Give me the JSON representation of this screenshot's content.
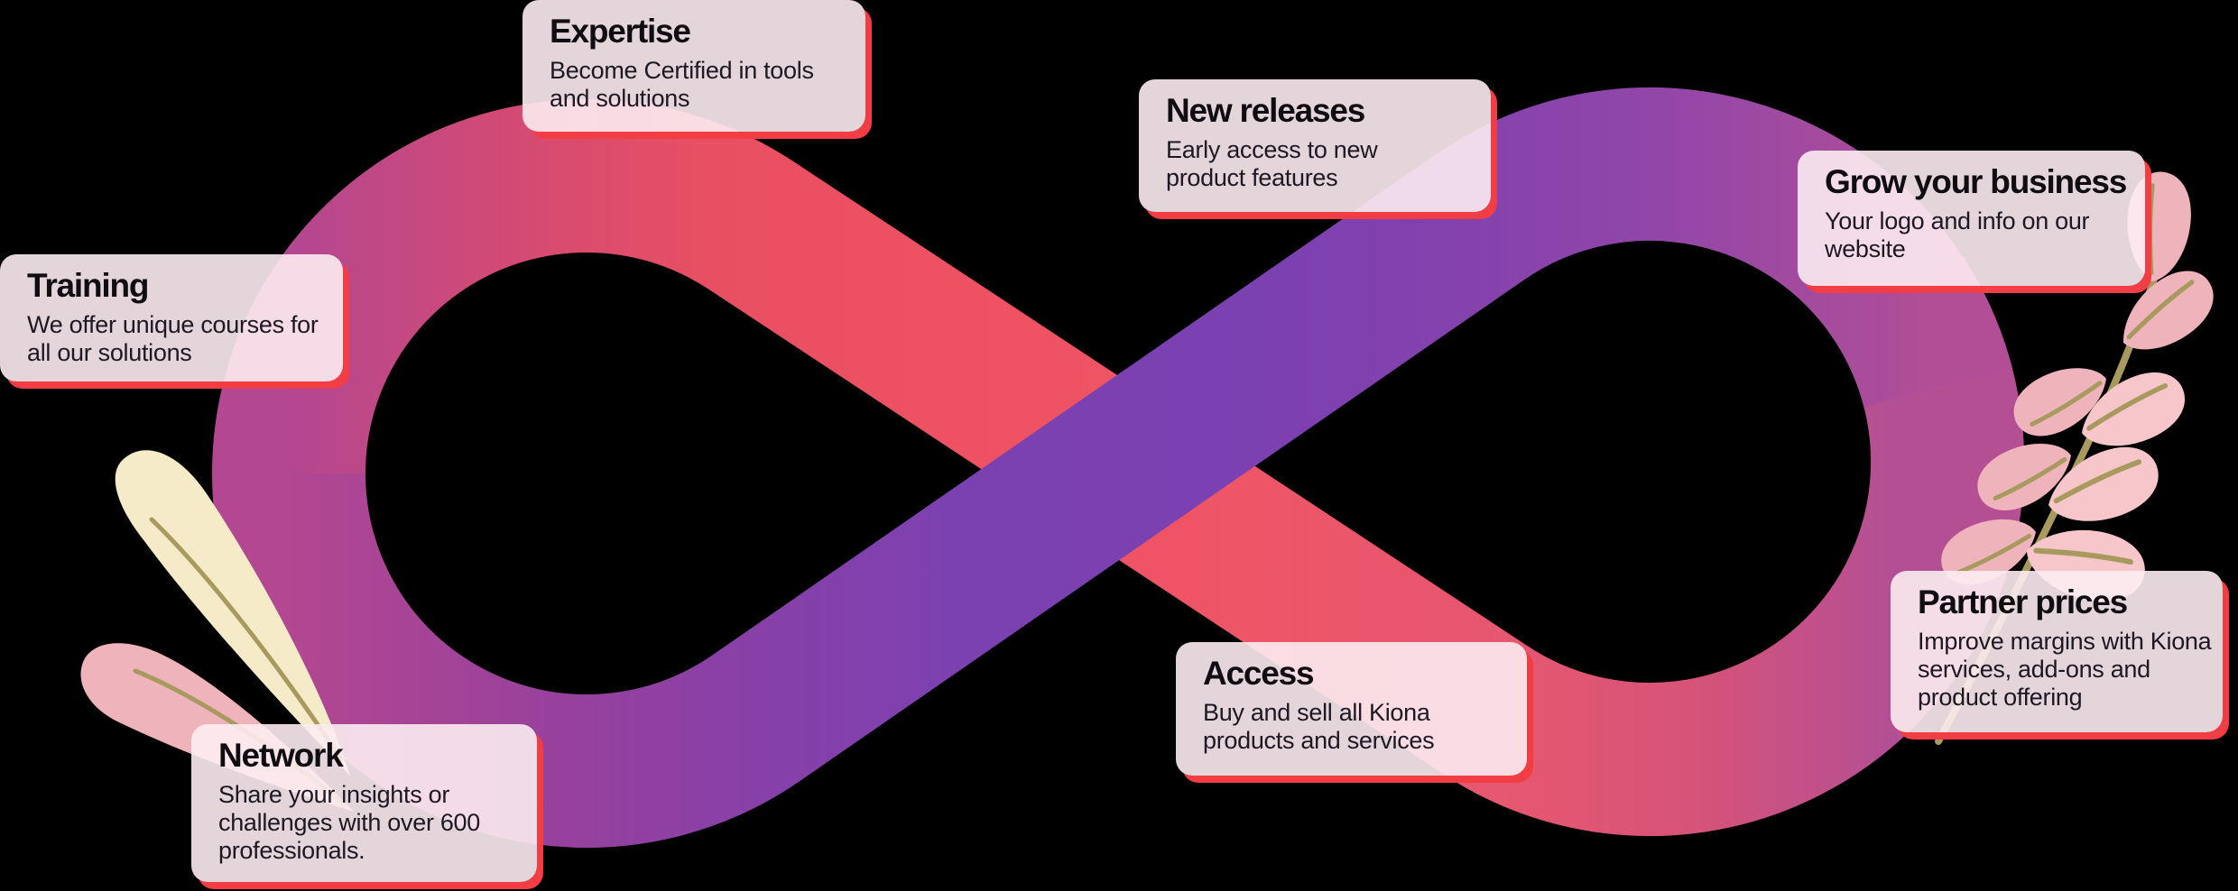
{
  "colors": {
    "background": "#000000",
    "card_bg_rgba": "rgba(252,236,241,0.9)",
    "card_bg": "#fcecf1",
    "card_edge": "#f23d45",
    "title_text": "#0f0c12",
    "body_text": "#1d1823",
    "leaf_cream": "#f5ebc8",
    "leaf_pink": "#efb3bc",
    "leaf_pink_light": "#f6c6ca",
    "stem_olive": "#a89a5e"
  },
  "ribbon": {
    "description": "infinity-loop gradient ribbon",
    "red_stops": [
      "#b34791",
      "#cf4a77",
      "#e84f62",
      "#ee5262",
      "#ee5567",
      "#e65770",
      "#d65379",
      "#b44f94"
    ],
    "purple_stops": [
      "#b34791",
      "#98419c",
      "#8940a7",
      "#7c41b0",
      "#7b40b1",
      "#8542ad",
      "#9347a8",
      "#b24e96"
    ]
  },
  "cards": [
    {
      "id": "training",
      "title": "Training",
      "lines": [
        "We offer unique courses for",
        "all our solutions"
      ]
    },
    {
      "id": "expertise",
      "title": "Expertise",
      "lines": [
        "Become Certified in tools",
        "and solutions"
      ]
    },
    {
      "id": "network",
      "title": "Network",
      "lines": [
        "Share your insights or",
        "challenges with over 600",
        "professionals."
      ]
    },
    {
      "id": "new-releases",
      "title": "New releases",
      "lines": [
        "Early access to new",
        "product features"
      ]
    },
    {
      "id": "access",
      "title": "Access",
      "lines": [
        "Buy and sell all Kiona",
        "products and services"
      ]
    },
    {
      "id": "grow",
      "title": "Grow your business",
      "lines": [
        "Your logo and info on our",
        "website"
      ]
    },
    {
      "id": "partner-prices",
      "title": "Partner prices",
      "lines": [
        "Improve margins with Kiona",
        "services, add-ons and",
        "product offering"
      ]
    }
  ]
}
